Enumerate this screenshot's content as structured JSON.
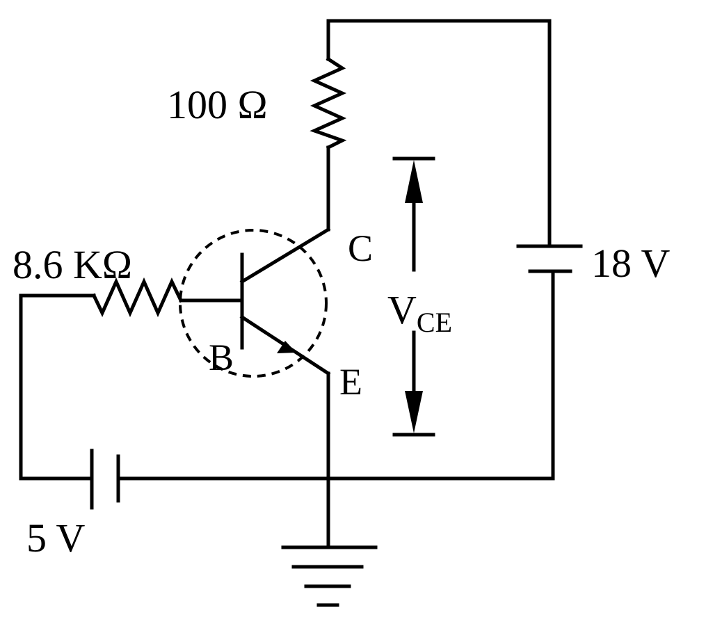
{
  "labels": {
    "collector_resistor": "100 Ω",
    "base_resistor": "8.6 KΩ",
    "collector": "C",
    "base": "B",
    "emitter": "E",
    "supply_voltage": "18 V",
    "base_voltage": "5 V",
    "vce_main": "V",
    "vce_sub": "CE"
  },
  "colors": {
    "ink": "#000000",
    "background": "#ffffff"
  }
}
